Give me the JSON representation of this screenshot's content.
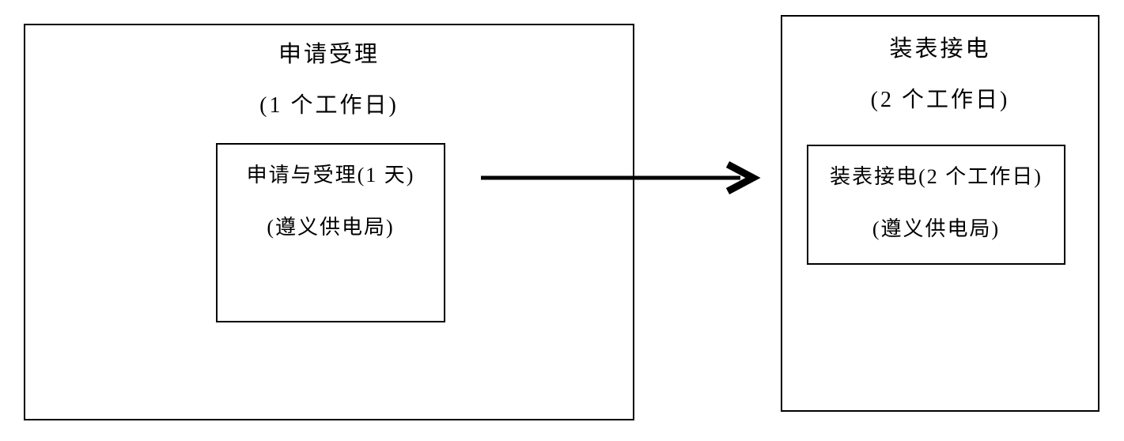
{
  "diagram": {
    "type": "flowchart",
    "background_color": "#ffffff",
    "border_color": "#000000",
    "text_color": "#000000",
    "stages": [
      {
        "title": "申请受理",
        "duration": "(1 个工作日)",
        "step": {
          "name": "申请与受理(1 天)",
          "agency": "(遵义供电局)"
        }
      },
      {
        "title": "装表接电",
        "duration": "(2 个工作日)",
        "step": {
          "name": "装表接电(2 个工作日)",
          "agency": "(遵义供电局)"
        }
      }
    ],
    "connector": {
      "type": "arrow",
      "direction": "right",
      "from": "申请受理",
      "to": "装表接电"
    }
  }
}
